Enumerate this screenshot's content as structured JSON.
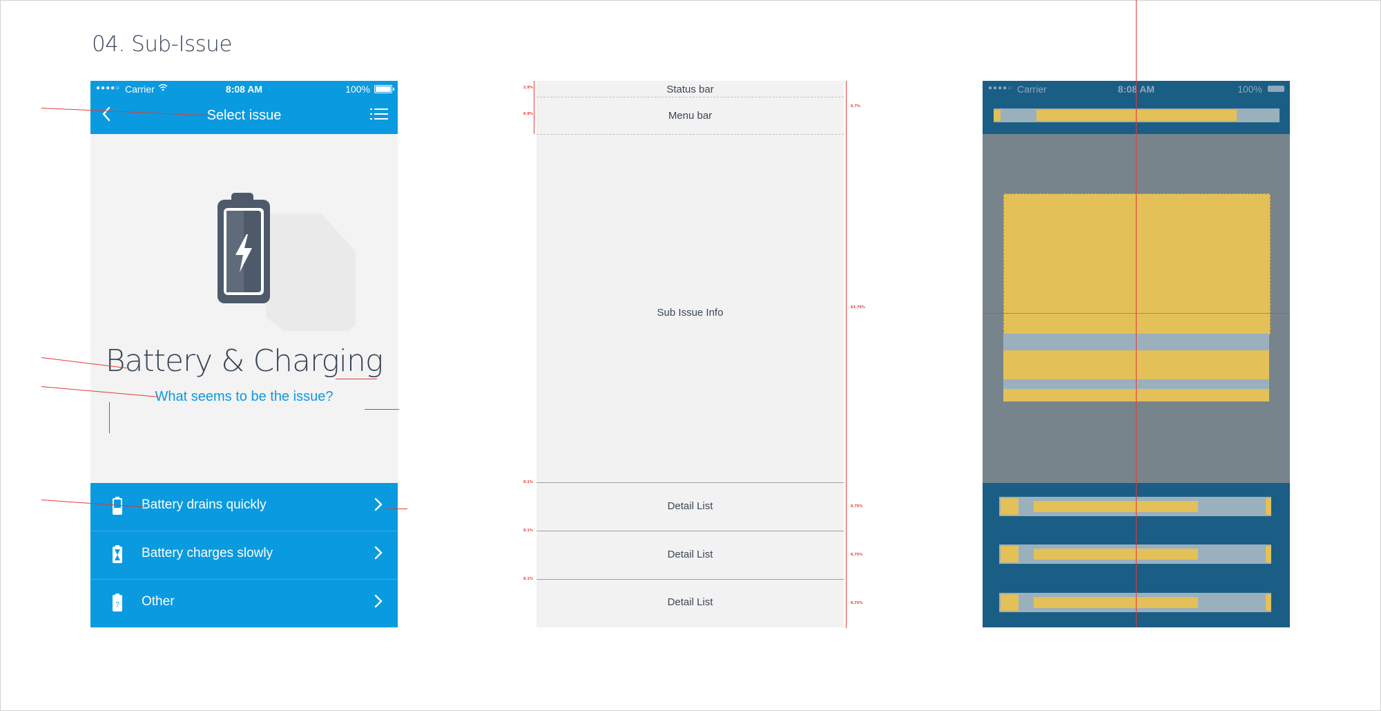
{
  "page": {
    "heading": "04. Sub-Issue"
  },
  "status_bar": {
    "carrier": "Carrier",
    "time": "8:08 AM",
    "battery": "100%"
  },
  "menu_bar": {
    "title": "Select issue"
  },
  "hero": {
    "title": "Battery & Charging",
    "subtitle": "What seems to be the issue?"
  },
  "issues": [
    {
      "label": "Battery drains quickly",
      "icon": "battery-low-icon"
    },
    {
      "label": "Battery charges slowly",
      "icon": "battery-hourglass-icon"
    },
    {
      "label": "Other",
      "icon": "battery-question-icon"
    }
  ],
  "wireframe": {
    "status_bar": "Status bar",
    "menu_bar": "Menu bar",
    "sub_issue_info": "Sub Issue Info",
    "detail_list": [
      "Detail List",
      "Detail List",
      "Detail List"
    ],
    "pct_left": [
      "2.9%",
      "6.9%",
      "0.1%",
      "0.1%",
      "0.1%"
    ],
    "pct_right": [
      "6.7%",
      "63.75%",
      "6.75%",
      "6.75%",
      "6.75%"
    ]
  },
  "colors": {
    "primary": "#0a9ae0",
    "title": "#3b4656",
    "background": "#f3f3f3",
    "annotation": "#e53935",
    "overlay": "#e3c058"
  }
}
